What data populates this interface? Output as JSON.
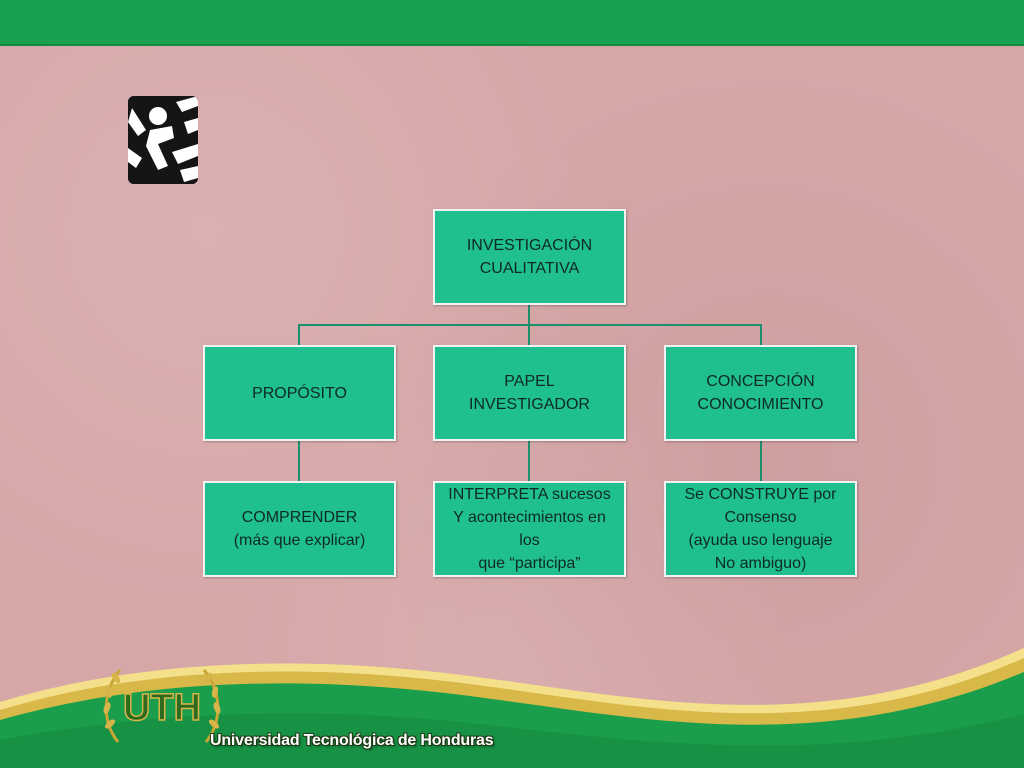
{
  "colors": {
    "background": "#d7a7a8",
    "top_bar": "#1aa14f",
    "node_fill": "#1fbf8f",
    "node_border": "#f2f2f2",
    "connector": "#1c8f6c",
    "footer_green": "#1b9e4b",
    "footer_gold": "#d9b84a"
  },
  "diagram": {
    "root": {
      "label": "INVESTIGACIÓN\nCUALITATIVA"
    },
    "branches": [
      {
        "label": "PROPÓSITO",
        "detail": "COMPRENDER\n(más que explicar)"
      },
      {
        "label": "PAPEL\nINVESTIGADOR",
        "detail": "INTERPRETA sucesos\nY acontecimientos en los\nque “participa”"
      },
      {
        "label": "CONCEPCIÓN\nCONOCIMIENTO",
        "detail": "Se CONSTRUYE por\nConsenso\n(ayuda uso lenguaje\nNo ambiguo)"
      }
    ]
  },
  "footer": {
    "logo_text": "UTH",
    "university_name": "Universidad Tecnológica de Honduras"
  },
  "icons": {
    "corner_logo": "abstract-figure-logo-icon",
    "laurel": "laurel-wreath-icon"
  }
}
